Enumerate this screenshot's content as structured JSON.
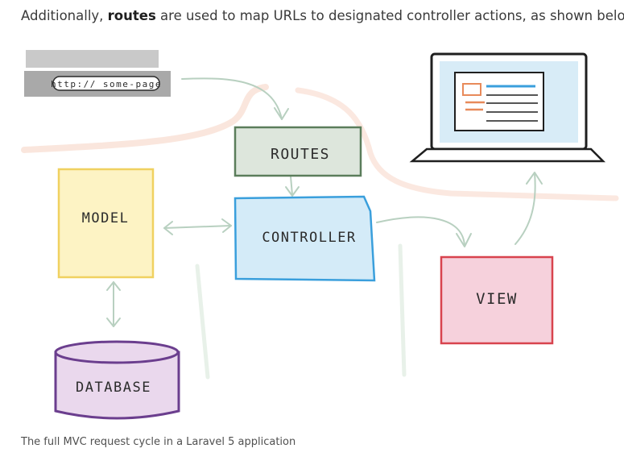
{
  "intro": {
    "before": "Additionally, ",
    "bold": "routes",
    "after": " are used to map URLs to designated controller actions, as shown below."
  },
  "diagram": {
    "url_text": "http:// some-page",
    "routes_label": "ROUTES",
    "controller_label": "CONTROLLER",
    "model_label": "MODEL",
    "view_label": "VIEW",
    "database_label": "DATABASE",
    "colors": {
      "routes_fill": "#dde6dc",
      "routes_stroke": "#5b7d5b",
      "controller_fill": "#d4ebf8",
      "controller_stroke": "#3a9fdc",
      "model_fill": "#fdf3c4",
      "model_stroke": "#f0d160",
      "view_fill": "#f6d1dc",
      "view_stroke": "#d8434e",
      "database_fill": "#ead8ed",
      "database_stroke": "#6b3e8e",
      "arrow": "#b8d0c0",
      "screen": "#d8ecf7",
      "accent_orange": "#e88a5a"
    }
  },
  "caption": "The full MVC request cycle in a Laravel 5 application"
}
